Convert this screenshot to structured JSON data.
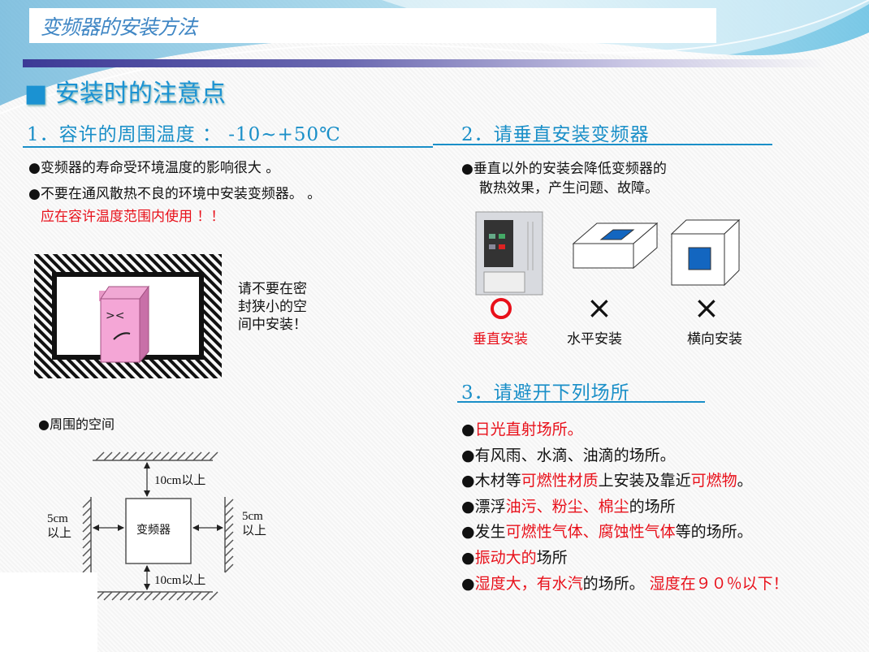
{
  "slide_title": "变频器的安装方法",
  "heading": "■ 安装时的注意点",
  "section1": {
    "title": "1．容许的周围温度 ： -10~+50℃",
    "bullets": [
      "●变频器的寿命受环境温度的影响很大 。",
      "●不要在通风散热不良的环境中安装变频器。 。"
    ],
    "warning": "应在容许温度范围内使用 ！！",
    "enclosed_note": [
      "请不要在密",
      "封狭小的空",
      "间中安装！"
    ],
    "space_label": "●周围的空间",
    "diagram": {
      "center": "变频器",
      "top": "10cm以上",
      "bottom": "10cm以上",
      "left": [
        "5cm",
        "以上"
      ],
      "right": [
        "5cm",
        "以上"
      ]
    }
  },
  "section2": {
    "title": "2．请垂直安装变频器",
    "text": [
      "●垂直以外的安装会降低变频器的",
      "散热效果，产生问题、故障。"
    ],
    "options": [
      {
        "label": "垂直安装",
        "mark": "○",
        "ok": true
      },
      {
        "label": "水平安装",
        "mark": "×",
        "ok": false
      },
      {
        "label": "横向安装",
        "mark": "×",
        "ok": false
      }
    ]
  },
  "section3": {
    "title": "3．请避开下列场所",
    "items": [
      [
        {
          "t": "●",
          "red": false
        },
        {
          "t": "日光直射场所。",
          "red": true
        }
      ],
      [
        {
          "t": "●有风雨、水滴、油滴的场所。",
          "red": false
        }
      ],
      [
        {
          "t": "●木材等",
          "red": false
        },
        {
          "t": "可燃性材质",
          "red": true
        },
        {
          "t": "上安装及靠近",
          "red": false
        },
        {
          "t": "可燃物",
          "red": true
        },
        {
          "t": "。",
          "red": false
        }
      ],
      [
        {
          "t": "●漂浮",
          "red": false
        },
        {
          "t": "油污、粉尘、棉尘",
          "red": true
        },
        {
          "t": "的场所",
          "red": false
        }
      ],
      [
        {
          "t": "●发生",
          "red": false
        },
        {
          "t": "可燃性气体、腐蚀性气体",
          "red": true
        },
        {
          "t": "等的场所。",
          "red": false
        }
      ],
      [
        {
          "t": "●",
          "red": false
        },
        {
          "t": "振动大的",
          "red": true
        },
        {
          "t": "场所",
          "red": false
        }
      ],
      [
        {
          "t": "●",
          "red": false
        },
        {
          "t": "湿度大，有水汽",
          "red": true
        },
        {
          "t": "的场所。 ",
          "red": false
        },
        {
          "t": "湿度在９０％以下！",
          "red": true
        }
      ]
    ]
  },
  "colors": {
    "accent": "#1a8fc8",
    "warning": "#e8101a"
  }
}
